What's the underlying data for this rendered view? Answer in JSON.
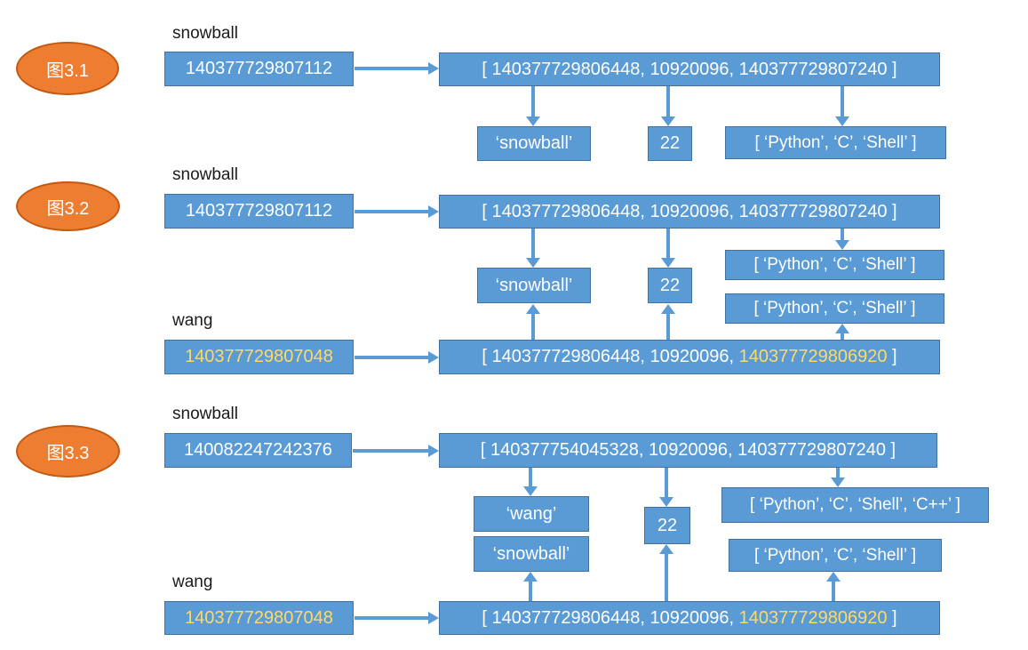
{
  "colors": {
    "box_fill": "#5B9BD5",
    "box_border": "#41719C",
    "arrow": "#5B9BD5",
    "badge_fill": "#ED7D31",
    "badge_border": "#C45911",
    "highlight_text": "#FFD966",
    "label_text": "#1A1A1A"
  },
  "fig1": {
    "badge": "图3.1",
    "var_label": "snowball",
    "var_addr": "140377729807112",
    "list": "[ 140377729806448, 10920096, 140377729807240 ]",
    "item_name": "‘snowball’",
    "item_age": "22",
    "item_langs": "[ ‘Python’, ‘C’, ‘Shell’ ]"
  },
  "fig2": {
    "badge": "图3.2",
    "var1_label": "snowball",
    "var1_addr": "140377729807112",
    "var2_label": "wang",
    "var2_addr": "140377729807048",
    "list1": "[ 140377729806448, 10920096, 140377729807240 ]",
    "list2_prefix": "[ 140377729806448, 10920096, ",
    "list2_highlight": "140377729806920",
    "list2_suffix": " ]",
    "item_name": "‘snowball’",
    "item_age": "22",
    "item_langs_top": "[ ‘Python’, ‘C’, ‘Shell’ ]",
    "item_langs_bottom": "[ ‘Python’, ‘C’, ‘Shell’ ]"
  },
  "fig3": {
    "badge": "图3.3",
    "var1_label": "snowball",
    "var1_addr": "140082247242376",
    "var2_label": "wang",
    "var2_addr": "140377729807048",
    "list1": "[ 140377754045328, 10920096, 140377729807240 ]",
    "list2_prefix": "[ 140377729806448, 10920096, ",
    "list2_highlight": "140377729806920",
    "list2_suffix": " ]",
    "item_name_new": "‘wang’",
    "item_name_old": "‘snowball’",
    "item_age": "22",
    "item_langs_new": "[ ‘Python’, ‘C’, ‘Shell’, ‘C++’ ]",
    "item_langs_old": "[ ‘Python’, ‘C’, ‘Shell’ ]"
  }
}
